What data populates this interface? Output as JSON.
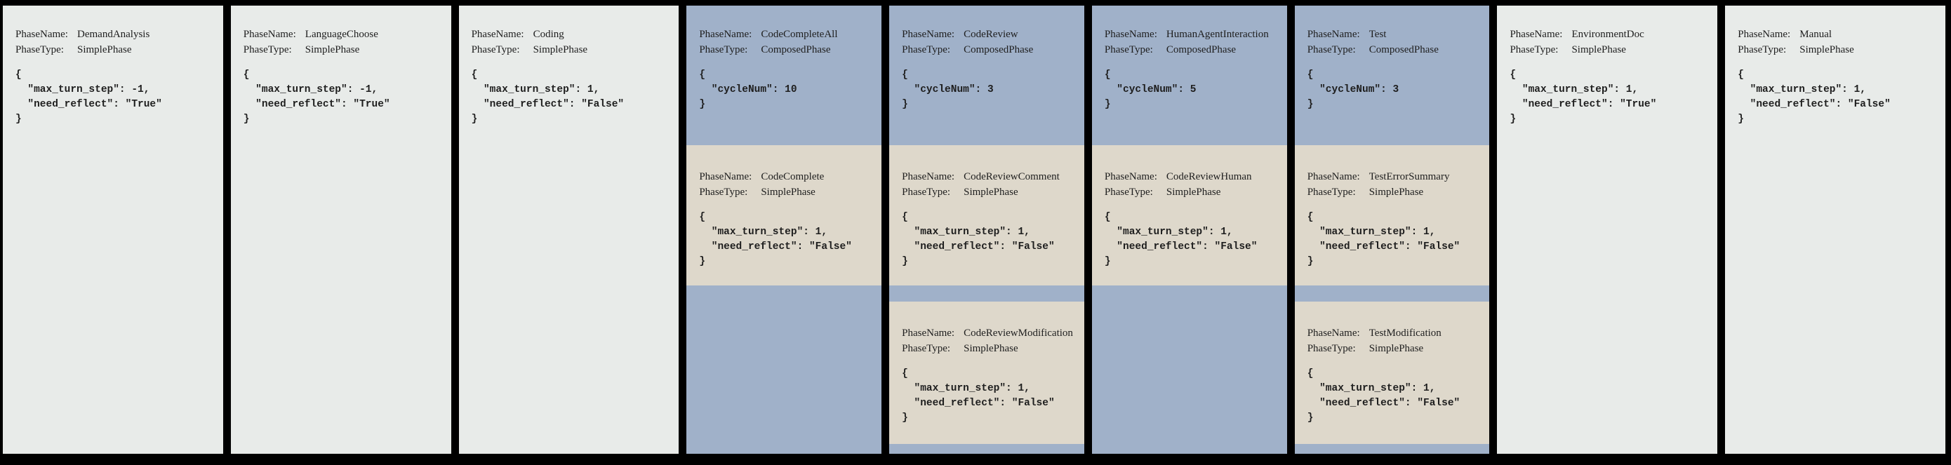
{
  "labels": {
    "phase_name": "PhaseName:",
    "phase_type": "PhaseType:"
  },
  "colors": {
    "canvas_background": "#000000",
    "simple_phase_card": "#e8ebe9",
    "composed_phase_card": "#a0b1c9",
    "sub_phase_card": "#ded8cb",
    "text": "#1e1e1e"
  },
  "phases": [
    {
      "name": "DemandAnalysis",
      "type": "SimplePhase",
      "config": "{\n  \"max_turn_step\": -1,\n  \"need_reflect\": \"True\"\n}"
    },
    {
      "name": "LanguageChoose",
      "type": "SimplePhase",
      "config": "{\n  \"max_turn_step\": -1,\n  \"need_reflect\": \"True\"\n}"
    },
    {
      "name": "Coding",
      "type": "SimplePhase",
      "config": "{\n  \"max_turn_step\": 1,\n  \"need_reflect\": \"False\"\n}"
    },
    {
      "name": "CodeCompleteAll",
      "type": "ComposedPhase",
      "config": "{\n  \"cycleNum\": 10\n}",
      "subphases": [
        {
          "name": "CodeComplete",
          "type": "SimplePhase",
          "config": "{\n  \"max_turn_step\": 1,\n  \"need_reflect\": \"False\"\n}"
        }
      ]
    },
    {
      "name": "CodeReview",
      "type": "ComposedPhase",
      "config": "{\n  \"cycleNum\": 3\n}",
      "subphases": [
        {
          "name": "CodeReviewComment",
          "type": "SimplePhase",
          "config": "{\n  \"max_turn_step\": 1,\n  \"need_reflect\": \"False\"\n}"
        },
        {
          "name": "CodeReviewModification",
          "type": "SimplePhase",
          "config": "{\n  \"max_turn_step\": 1,\n  \"need_reflect\": \"False\"\n}"
        }
      ]
    },
    {
      "name": "HumanAgentInteraction",
      "type": "ComposedPhase",
      "config": "{\n  \"cycleNum\": 5\n}",
      "subphases": [
        {
          "name": "CodeReviewHuman",
          "type": "SimplePhase",
          "config": "{\n  \"max_turn_step\": 1,\n  \"need_reflect\": \"False\"\n}"
        }
      ]
    },
    {
      "name": "Test",
      "type": "ComposedPhase",
      "config": "{\n  \"cycleNum\": 3\n}",
      "subphases": [
        {
          "name": "TestErrorSummary",
          "type": "SimplePhase",
          "config": "{\n  \"max_turn_step\": 1,\n  \"need_reflect\": \"False\"\n}"
        },
        {
          "name": "TestModification",
          "type": "SimplePhase",
          "config": "{\n  \"max_turn_step\": 1,\n  \"need_reflect\": \"False\"\n}"
        }
      ]
    },
    {
      "name": "EnvironmentDoc",
      "type": "SimplePhase",
      "config": "{\n  \"max_turn_step\": 1,\n  \"need_reflect\": \"True\"\n}"
    },
    {
      "name": "Manual",
      "type": "SimplePhase",
      "config": "{\n  \"max_turn_step\": 1,\n  \"need_reflect\": \"False\"\n}"
    }
  ]
}
